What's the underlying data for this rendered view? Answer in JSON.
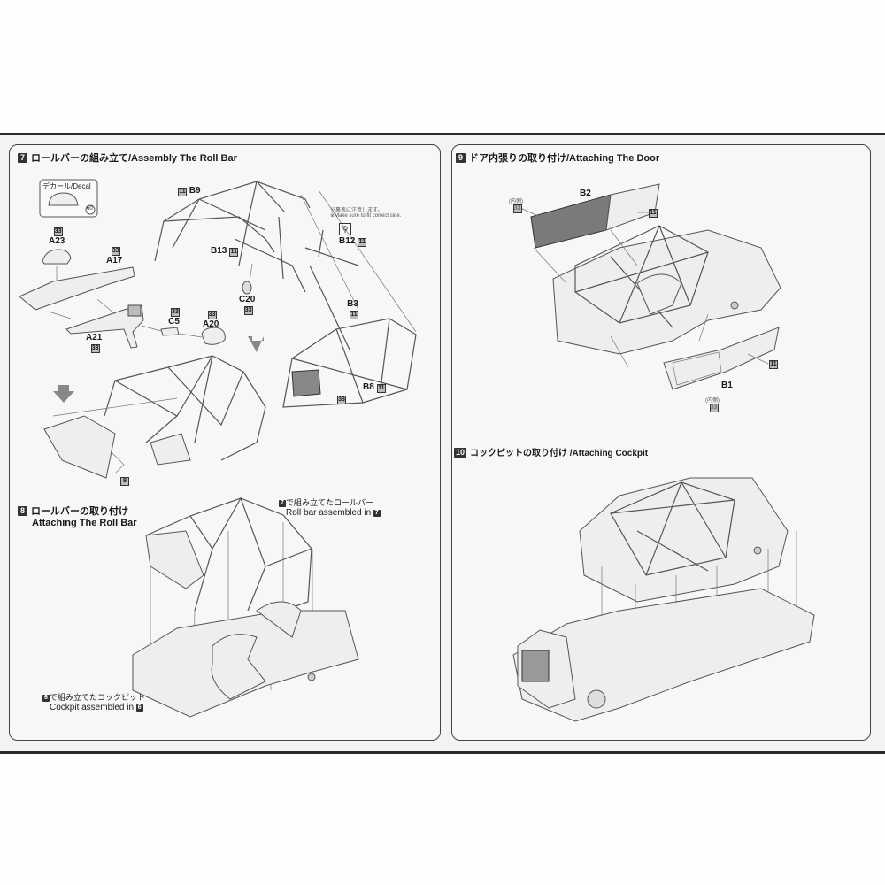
{
  "step7": {
    "number": "7",
    "title": "ロールバーの組み立て/Assembly The Roll Bar",
    "decal_label": "デカール/Decal",
    "decal_number": "60",
    "note_jp": "※裏表に注意します。",
    "note_en": "※Make sure to fit correct side.",
    "parts": [
      {
        "name": "A23",
        "color": "33"
      },
      {
        "name": "A17",
        "color": "33"
      },
      {
        "name": "A21",
        "color": "33"
      },
      {
        "name": "C5",
        "color": "33"
      },
      {
        "name": "A20",
        "color": "33"
      },
      {
        "name": "C20",
        "color": "33"
      },
      {
        "name": "B9",
        "color": "11"
      },
      {
        "name": "B13",
        "color": "11"
      },
      {
        "name": "B12",
        "color": "11"
      },
      {
        "name": "B3",
        "color": "11"
      },
      {
        "name": "B8",
        "color": "11"
      }
    ],
    "b8_interior_color": "33",
    "assembly_ref": "9"
  },
  "step8": {
    "number": "8",
    "title_jp": "ロールバーの取り付け",
    "title_en": "Attaching The Roll Bar",
    "rollbar_jp": "で組み立てたロールバー",
    "rollbar_en": "Roll bar assembled in",
    "rollbar_ref": "7",
    "cockpit_jp": "で組み立てたコックピット",
    "cockpit_en": "Cockpit assembled in",
    "cockpit_ref": "6"
  },
  "step9": {
    "number": "9",
    "title": "ドア内張りの取り付け/Attaching The Door",
    "parts": [
      {
        "name": "B2",
        "inner_label": "(内側)",
        "inner_color": "33",
        "color": "11"
      },
      {
        "name": "B1",
        "inner_label": "(内側)",
        "inner_color": "33",
        "color": "11"
      }
    ]
  },
  "step10": {
    "number": "10",
    "title": "コックピットの取り付け /Attaching Cockpit"
  }
}
